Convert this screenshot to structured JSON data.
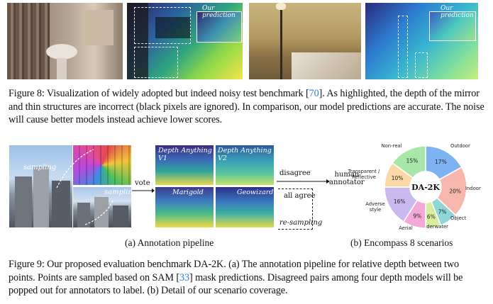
{
  "figure8": {
    "tags": [
      "Our prediction",
      "Our prediction"
    ],
    "caption": [
      "Figure 8: Visualization of widely adopted but indeed noisy test benchmark [",
      "70",
      "]. As highlighted, the depth of the mirror and thin structures are incorrect (black pixels are ignored). In comparison, our model predictions are accurate. The noise will cause better models instead achieve lower scores."
    ]
  },
  "pipeline": {
    "sampling_1": "sampling",
    "sampling_2": "sampling",
    "vote": "vote",
    "models": [
      "Depth Anything V1",
      "Depth Anything V2",
      "Marigold",
      "Geowizard"
    ],
    "disagree": "disagree",
    "human_annotator": [
      "human",
      "annotator"
    ],
    "all_agree": "all agree",
    "re_sampling": "re-sampling",
    "subcaption": "(a) Annotation pipeline"
  },
  "donut": {
    "center_label": "DA-2K",
    "subcaption": "(b) Encompass 8 scenarios",
    "slices": [
      {
        "name": "Outdoor",
        "value": 17,
        "label": "17%",
        "color": "#7db3f0"
      },
      {
        "name": "Indoor",
        "value": 20,
        "label": "20%",
        "color": "#f7b7ad"
      },
      {
        "name": "Object",
        "value": 7,
        "label": "7%",
        "color": "#8fd6d6"
      },
      {
        "name": "Underwater",
        "value": 6,
        "label": "6%",
        "color": "#d7ee9c"
      },
      {
        "name": "Aerial",
        "value": 9,
        "label": "9%",
        "color": "#f3a9d8"
      },
      {
        "name": "Adverse style",
        "value": 16,
        "label": "16%",
        "color": "#c9b9ee"
      },
      {
        "name": "Transparent / Reflective",
        "value": 10,
        "label": "10%",
        "color": "#fbd9a6"
      },
      {
        "name": "Non-real",
        "value": 15,
        "label": "15%",
        "color": "#a9e6a9"
      }
    ]
  },
  "figure9": {
    "caption": [
      "Figure 9: Our proposed evaluation benchmark DA-2K. (a) The annotation pipeline for relative depth between two points. Points are sampled based on SAM [",
      "33",
      "] mask predictions. Disagreed pairs among four depth models will be popped out for annotators to label. (b) Detail of our scenario coverage."
    ]
  }
}
